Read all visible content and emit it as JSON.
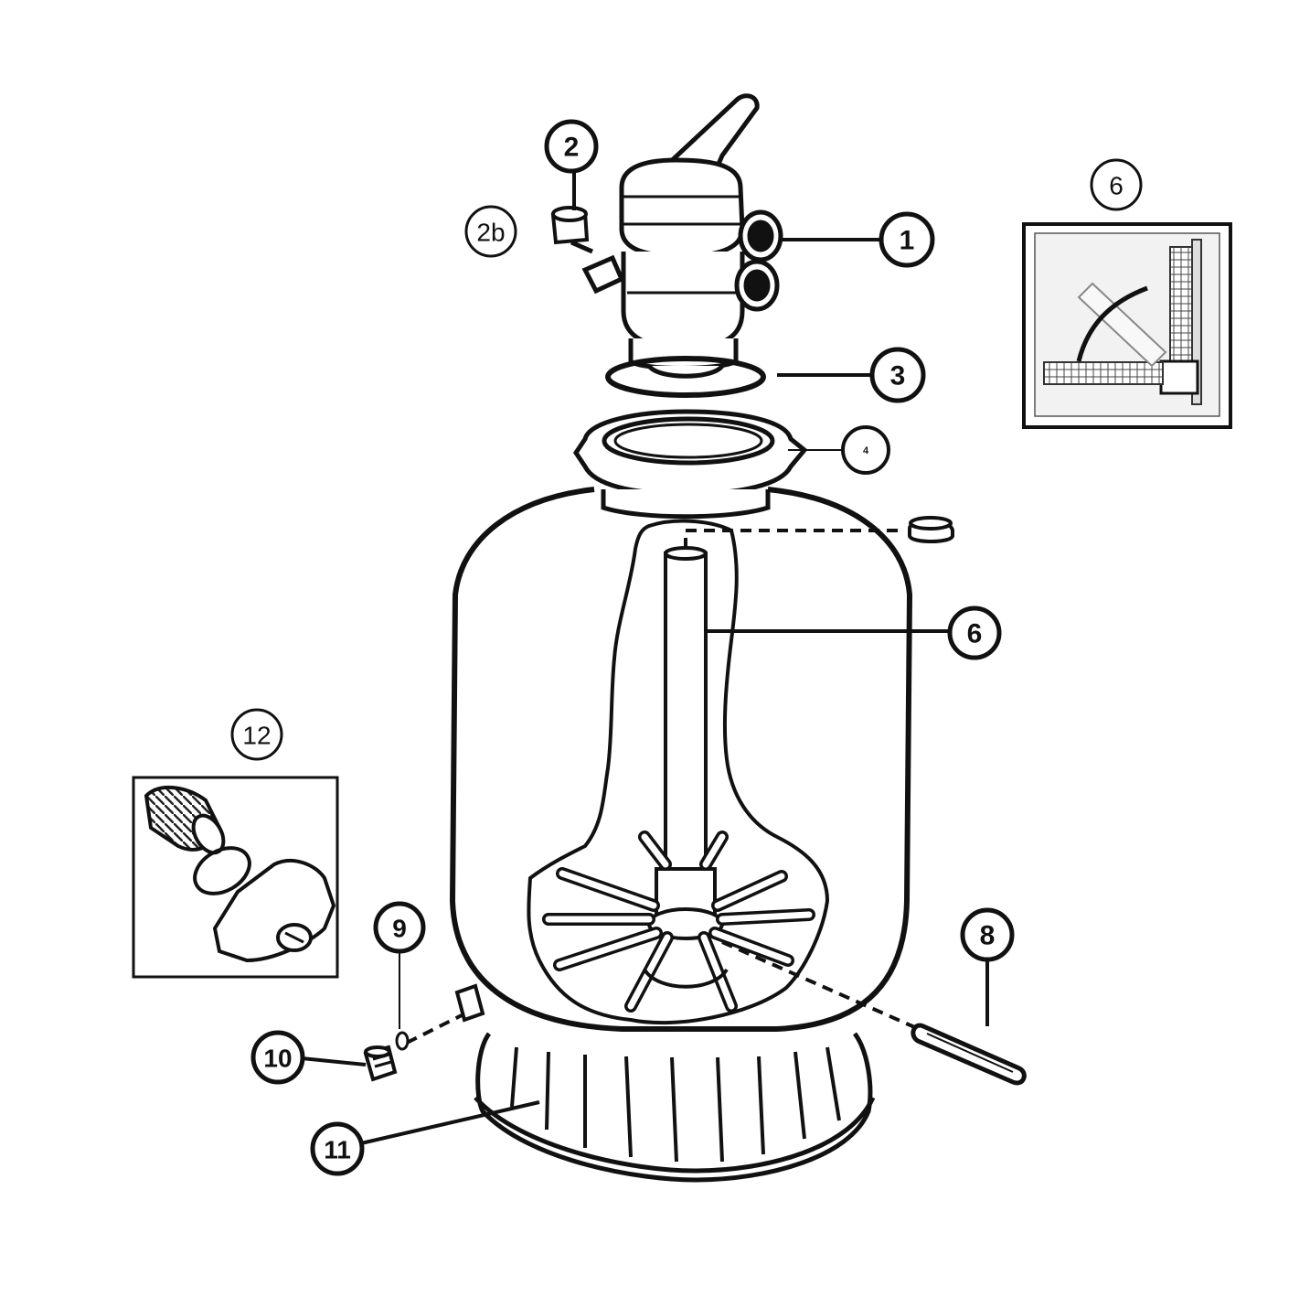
{
  "diagram": {
    "callouts": {
      "c1": "1",
      "c2": "2",
      "c2b": "2b",
      "c3": "3",
      "c4": "4",
      "c6_main": "6",
      "c6_inset": "6",
      "c8": "8",
      "c9": "9",
      "c10": "10",
      "c11": "11",
      "c12": "12"
    },
    "colors": {
      "line": "#111111",
      "background": "#ffffff",
      "inset_fill": "#f2f2f2"
    }
  }
}
